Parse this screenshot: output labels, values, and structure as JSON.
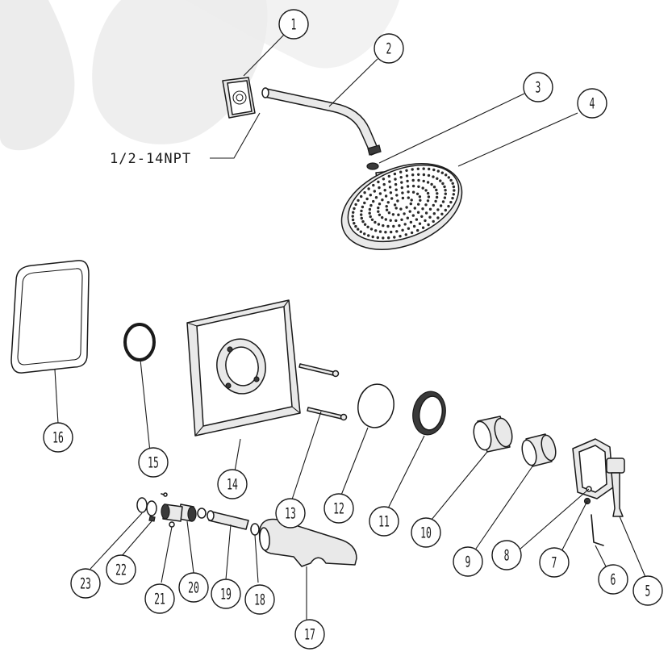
{
  "thread_annotation": "1/2-14NPT",
  "callouts": [
    "1",
    "2",
    "3",
    "4",
    "5",
    "6",
    "7",
    "8",
    "9",
    "10",
    "11",
    "12",
    "13",
    "14",
    "15",
    "16",
    "17",
    "18",
    "19",
    "20",
    "21",
    "22",
    "23"
  ],
  "colors": {
    "line": "#1a1a1a",
    "part_fill": "#e9e9e9",
    "watermark": "#ececec"
  }
}
